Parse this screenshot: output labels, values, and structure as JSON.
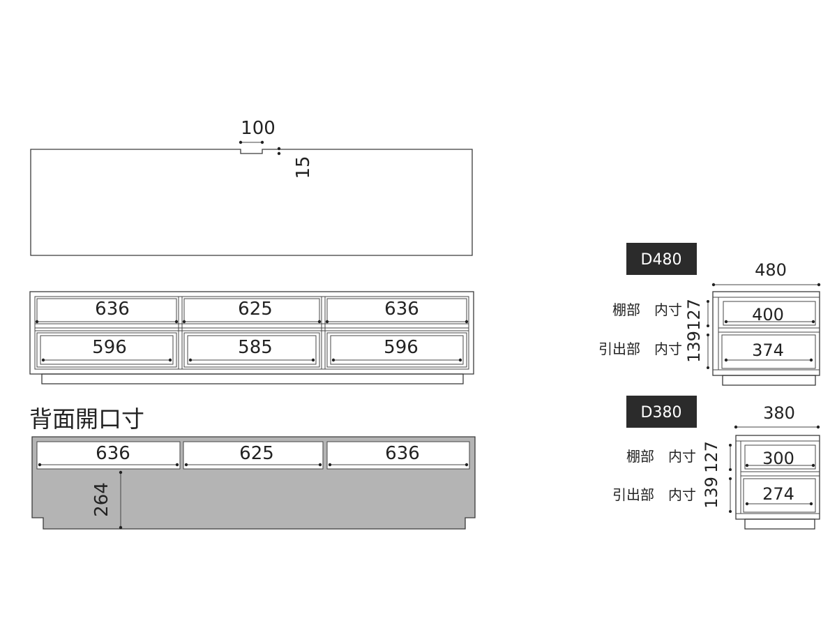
{
  "top_view": {
    "notch_width": "100",
    "notch_depth": "15"
  },
  "front_view": {
    "shelf_widths": [
      "636",
      "625",
      "636"
    ],
    "drawer_widths": [
      "596",
      "585",
      "596"
    ]
  },
  "back_view": {
    "title": "背面開口寸",
    "opening_widths": [
      "636",
      "625",
      "636"
    ],
    "opening_height": "264"
  },
  "side_d480": {
    "badge": "D480",
    "depth": "480",
    "shelf_label": "棚部　内寸",
    "shelf_height": "127",
    "shelf_depth": "400",
    "drawer_label": "引出部　内寸",
    "drawer_height": "139",
    "drawer_depth": "374"
  },
  "side_d380": {
    "badge": "D380",
    "depth": "380",
    "shelf_label": "棚部　内寸",
    "shelf_height": "127",
    "shelf_depth": "300",
    "drawer_label": "引出部　内寸",
    "drawer_height": "139",
    "drawer_depth": "274"
  },
  "colors": {
    "line": "#3a3a3a",
    "back_fill": "#b4b4b4",
    "badge_bg": "#2b2b2b",
    "badge_text": "#ffffff"
  }
}
